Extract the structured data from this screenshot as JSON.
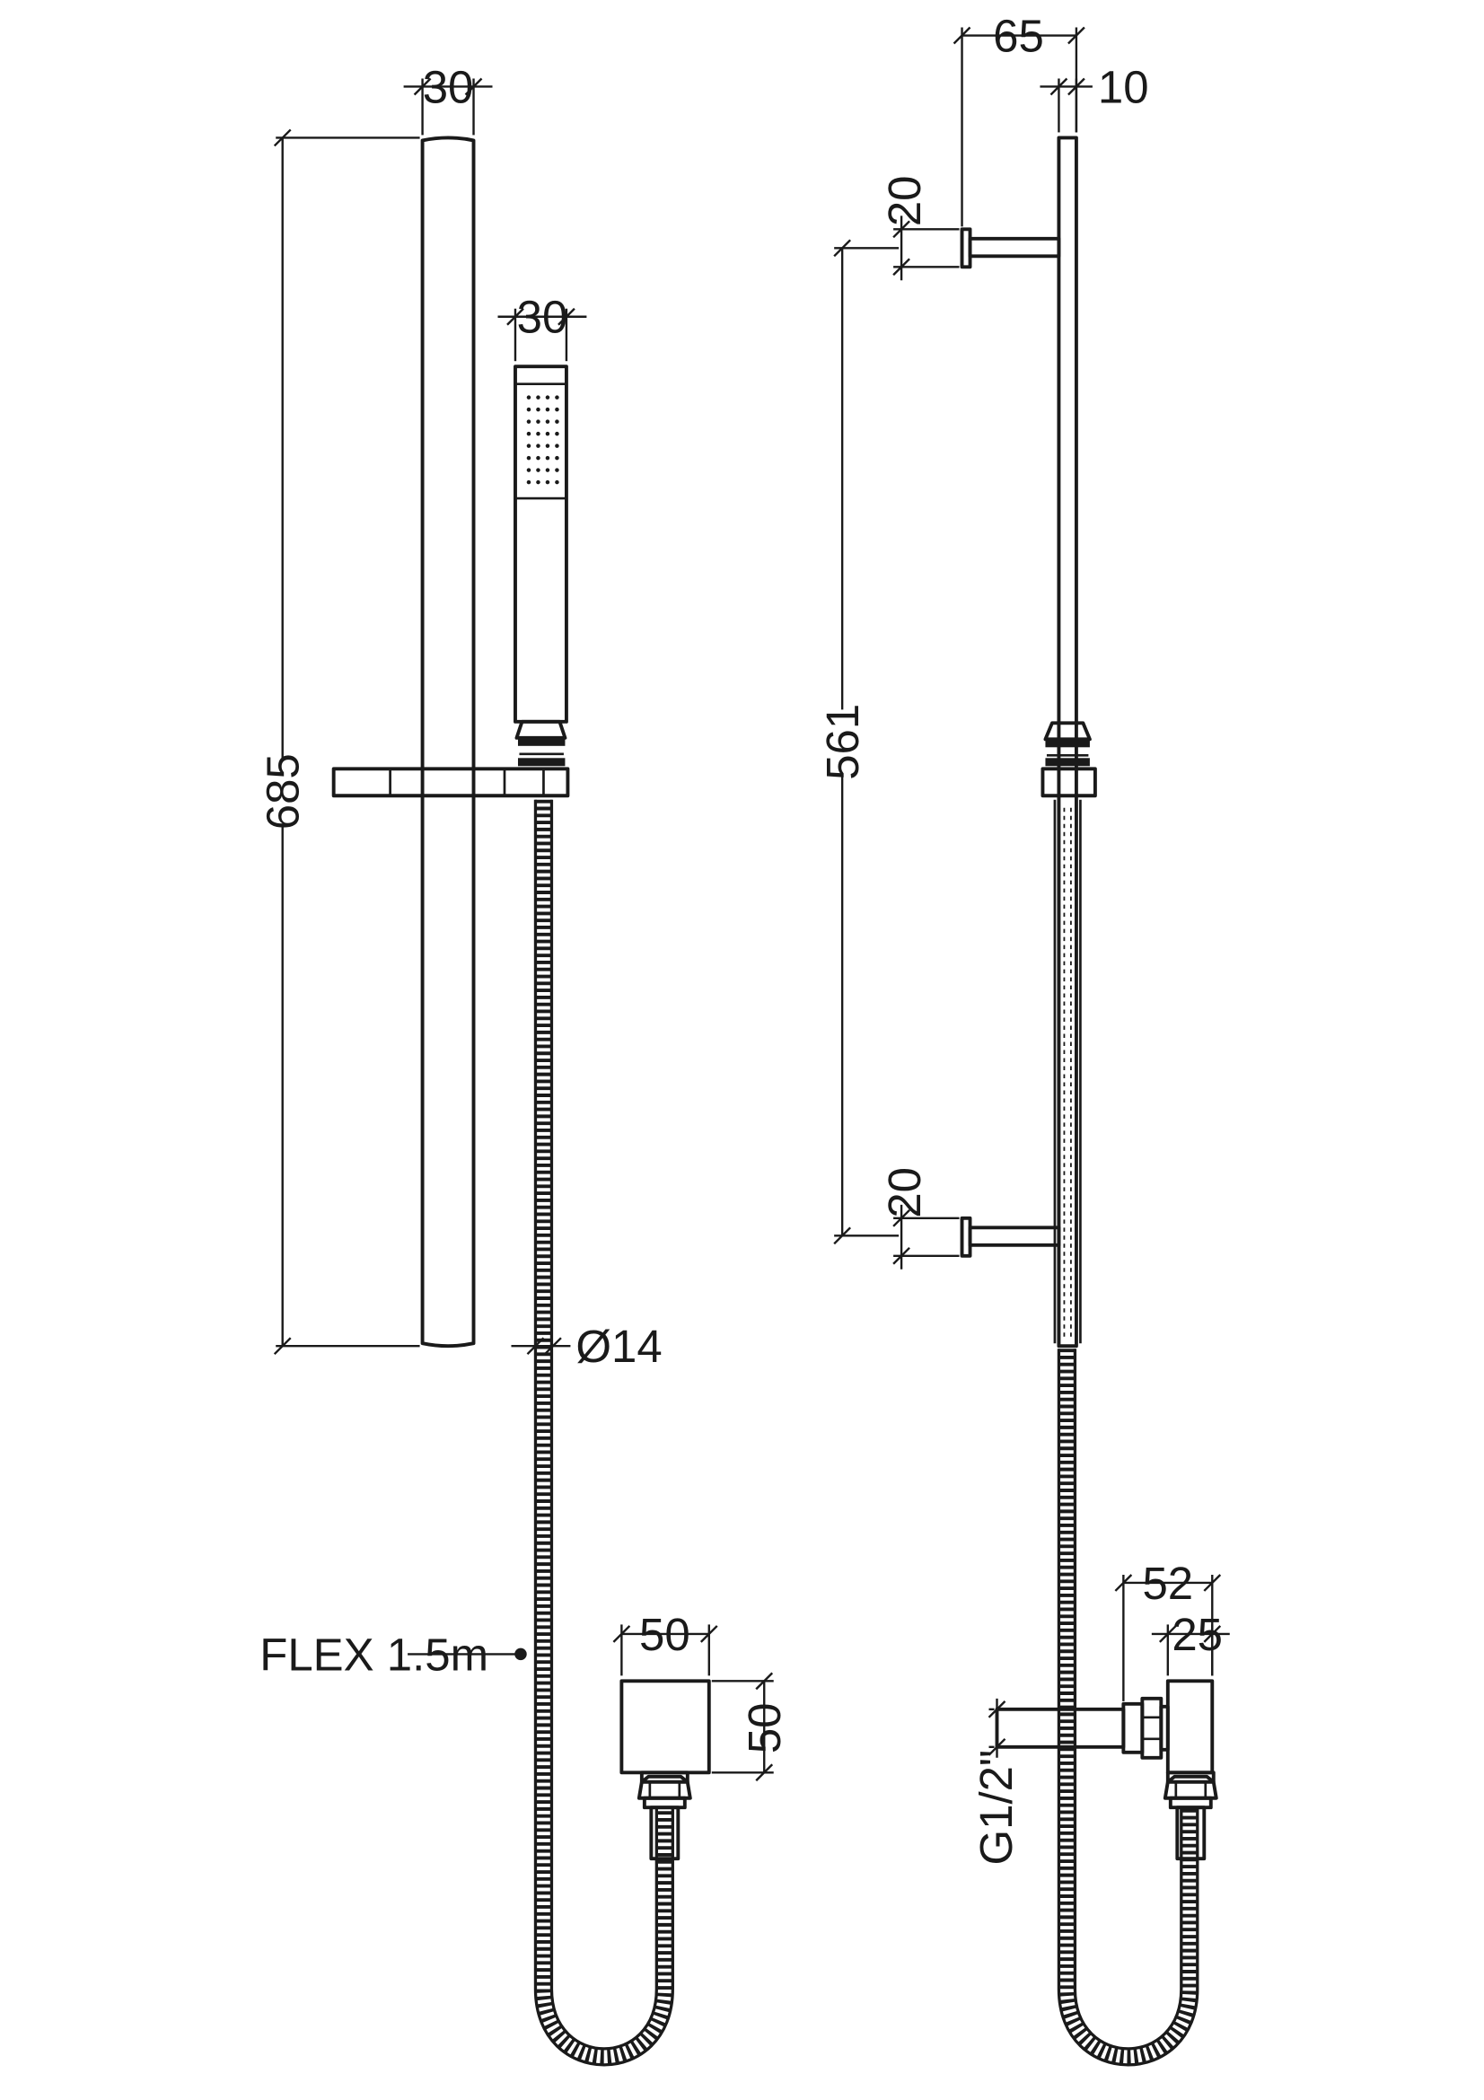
{
  "dimensions": {
    "left_rail_width": "30",
    "handset_width": "30",
    "rail_length": "685",
    "hose_diameter": "Ø14",
    "flex_length": "FLEX 1.5m",
    "outlet_width": "50",
    "outlet_height": "50",
    "bracket_projection": "65",
    "rail_depth": "10",
    "bracket_top_size": "20",
    "bracket_centres": "561",
    "bracket_bottom_size": "20",
    "elbow_depth": "52",
    "elbow_body": "25",
    "thread_size": "G1/2\""
  }
}
